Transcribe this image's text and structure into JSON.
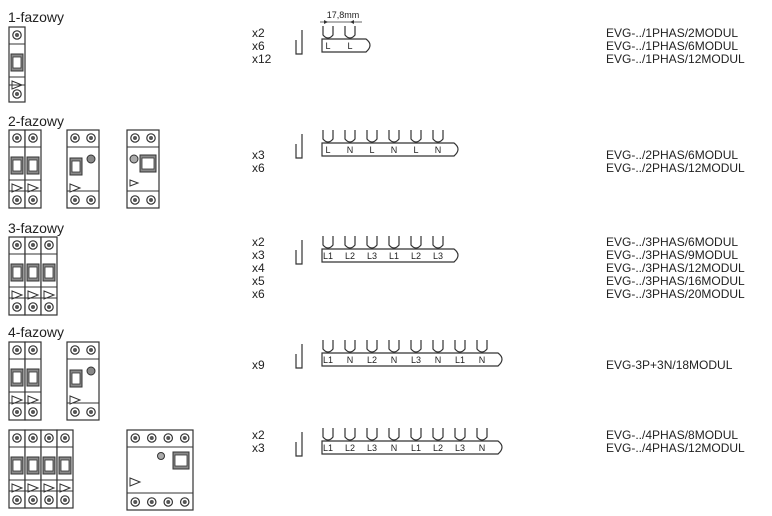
{
  "sections": [
    {
      "title": "1-fazowy",
      "multipliers": [
        "x2",
        "x6",
        "x12"
      ],
      "dimension": "17,8mm",
      "terminals": [
        "L",
        "L"
      ],
      "codes": [
        "EVG-../1PHAS/2MODUL",
        "EVG-../1PHAS/6MODUL",
        "EVG-../1PHAS/12MODUL"
      ]
    },
    {
      "title": "2-fazowy",
      "multipliers": [
        "x3",
        "x6"
      ],
      "terminals": [
        "L",
        "N",
        "L",
        "N",
        "L",
        "N"
      ],
      "codes": [
        "EVG-../2PHAS/6MODUL",
        "EVG-../2PHAS/12MODUL"
      ]
    },
    {
      "title": "3-fazowy",
      "multipliers": [
        "x2",
        "x3",
        "x4",
        "x5",
        "x6"
      ],
      "terminals": [
        "L1",
        "L2",
        "L3",
        "L1",
        "L2",
        "L3"
      ],
      "codes": [
        "EVG-../3PHAS/6MODUL",
        "EVG-../3PHAS/9MODUL",
        "EVG-../3PHAS/12MODUL",
        "EVG-../3PHAS/16MODUL",
        "EVG-../3PHAS/20MODUL"
      ]
    },
    {
      "title": "4-fazowy",
      "multipliers": [
        "x9"
      ],
      "terminals": [
        "L1",
        "N",
        "L2",
        "N",
        "L3",
        "N",
        "L1",
        "N"
      ],
      "codes": [
        "EVG-3P+3N/18MODUL"
      ]
    },
    {
      "title": "",
      "multipliers": [
        "x2",
        "x3"
      ],
      "terminals": [
        "L1",
        "L2",
        "L3",
        "N",
        "L1",
        "L2",
        "L3",
        "N"
      ],
      "codes": [
        "EVG-../4PHAS/8MODUL",
        "EVG-../4PHAS/12MODUL"
      ]
    }
  ]
}
